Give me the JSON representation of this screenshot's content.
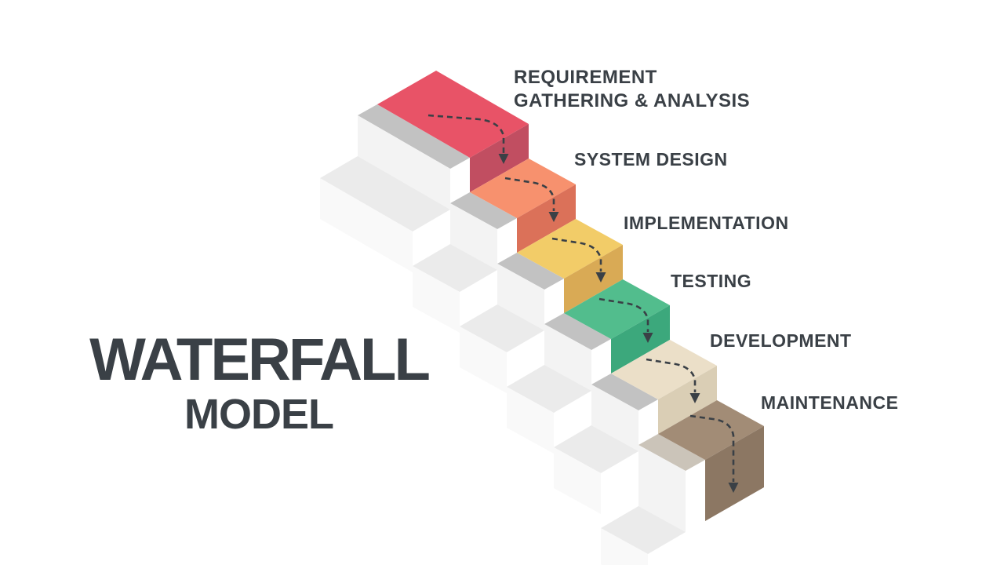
{
  "title": {
    "line1": "WATERFALL",
    "line2": "MODEL"
  },
  "colors": {
    "background": "#FFFFFF",
    "text": "#3A4046",
    "arrow": "#3A4046",
    "support_strip": "#C2C2C2",
    "support_strip_warm": "#CBC4B9",
    "support_face": "#F3F3F3",
    "support_strip_light": "#EBEBEB",
    "support_face_light": "#F9F9F9"
  },
  "steps": [
    {
      "name": "requirement-gathering-analysis",
      "lines": [
        "REQUIREMENT",
        "GATHERING & ANALYSIS"
      ],
      "top_color": "#E85367",
      "front_color": "#C14E61"
    },
    {
      "name": "system-design",
      "lines": [
        "SYSTEM DESIGN"
      ],
      "top_color": "#F7916E",
      "front_color": "#DB7159"
    },
    {
      "name": "implementation",
      "lines": [
        "IMPLEMENTATION"
      ],
      "top_color": "#F2CC68",
      "front_color": "#D9AA55"
    },
    {
      "name": "testing",
      "lines": [
        "TESTING"
      ],
      "top_color": "#52BD8D",
      "front_color": "#3CA87C"
    },
    {
      "name": "development",
      "lines": [
        "DEVELOPMENT"
      ],
      "top_color": "#EBDFC8",
      "front_color": "#DACEB5"
    },
    {
      "name": "maintenance",
      "lines": [
        "MAINTENANCE"
      ],
      "top_color": "#A28C76",
      "front_color": "#8C7763"
    }
  ]
}
